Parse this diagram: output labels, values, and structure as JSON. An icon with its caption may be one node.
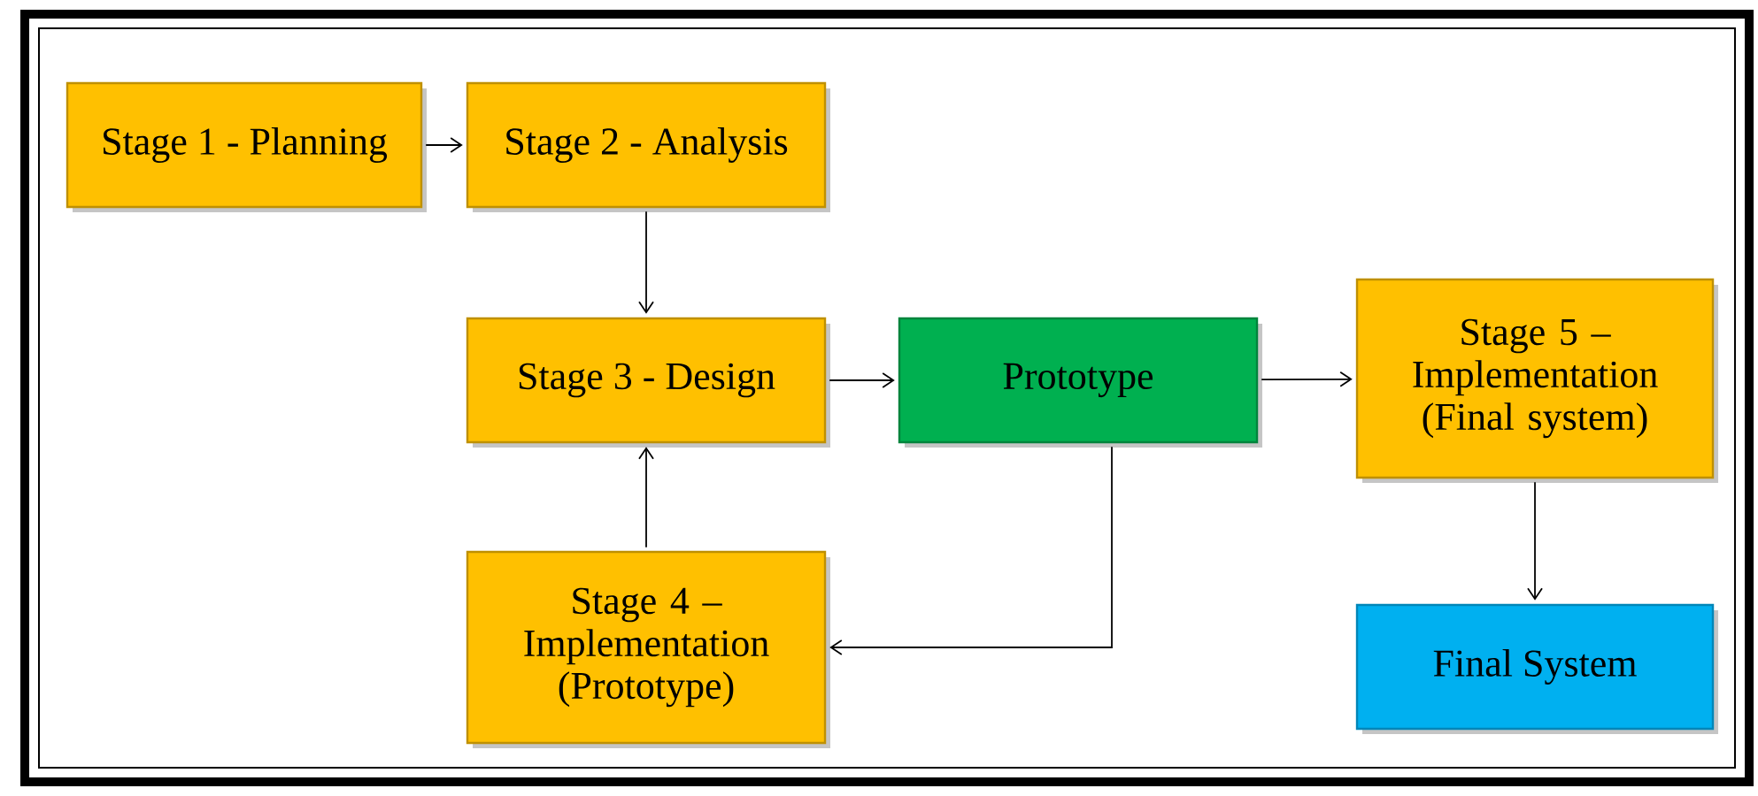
{
  "diagram": {
    "nodes": [
      {
        "text": [
          "Stage 1 - Planning"
        ]
      },
      {
        "text": [
          "Stage 2 - Analysis"
        ]
      },
      {
        "text": [
          "Stage 3 - Design"
        ]
      },
      {
        "text": [
          "Prototype"
        ]
      },
      {
        "text": [
          "Stage 5 – Implementation (Final system)"
        ]
      },
      {
        "text": [
          "Stage 4 – Implementation (Prototype)"
        ]
      },
      {
        "text": [
          "Final System"
        ]
      }
    ],
    "edges": [
      {
        "from": 0,
        "to": 1,
        "arrow": "to"
      },
      {
        "from": 1,
        "to": 2,
        "arrow": "to"
      },
      {
        "from": 5,
        "to": 2,
        "arrow": "to"
      },
      {
        "from": 2,
        "to": 3,
        "arrow": "to"
      },
      {
        "from": 3,
        "to": 4,
        "arrow": "to"
      },
      {
        "from": 3,
        "to": 5,
        "arrow": "to"
      },
      {
        "from": 4,
        "to": 6,
        "arrow": "to"
      }
    ]
  }
}
